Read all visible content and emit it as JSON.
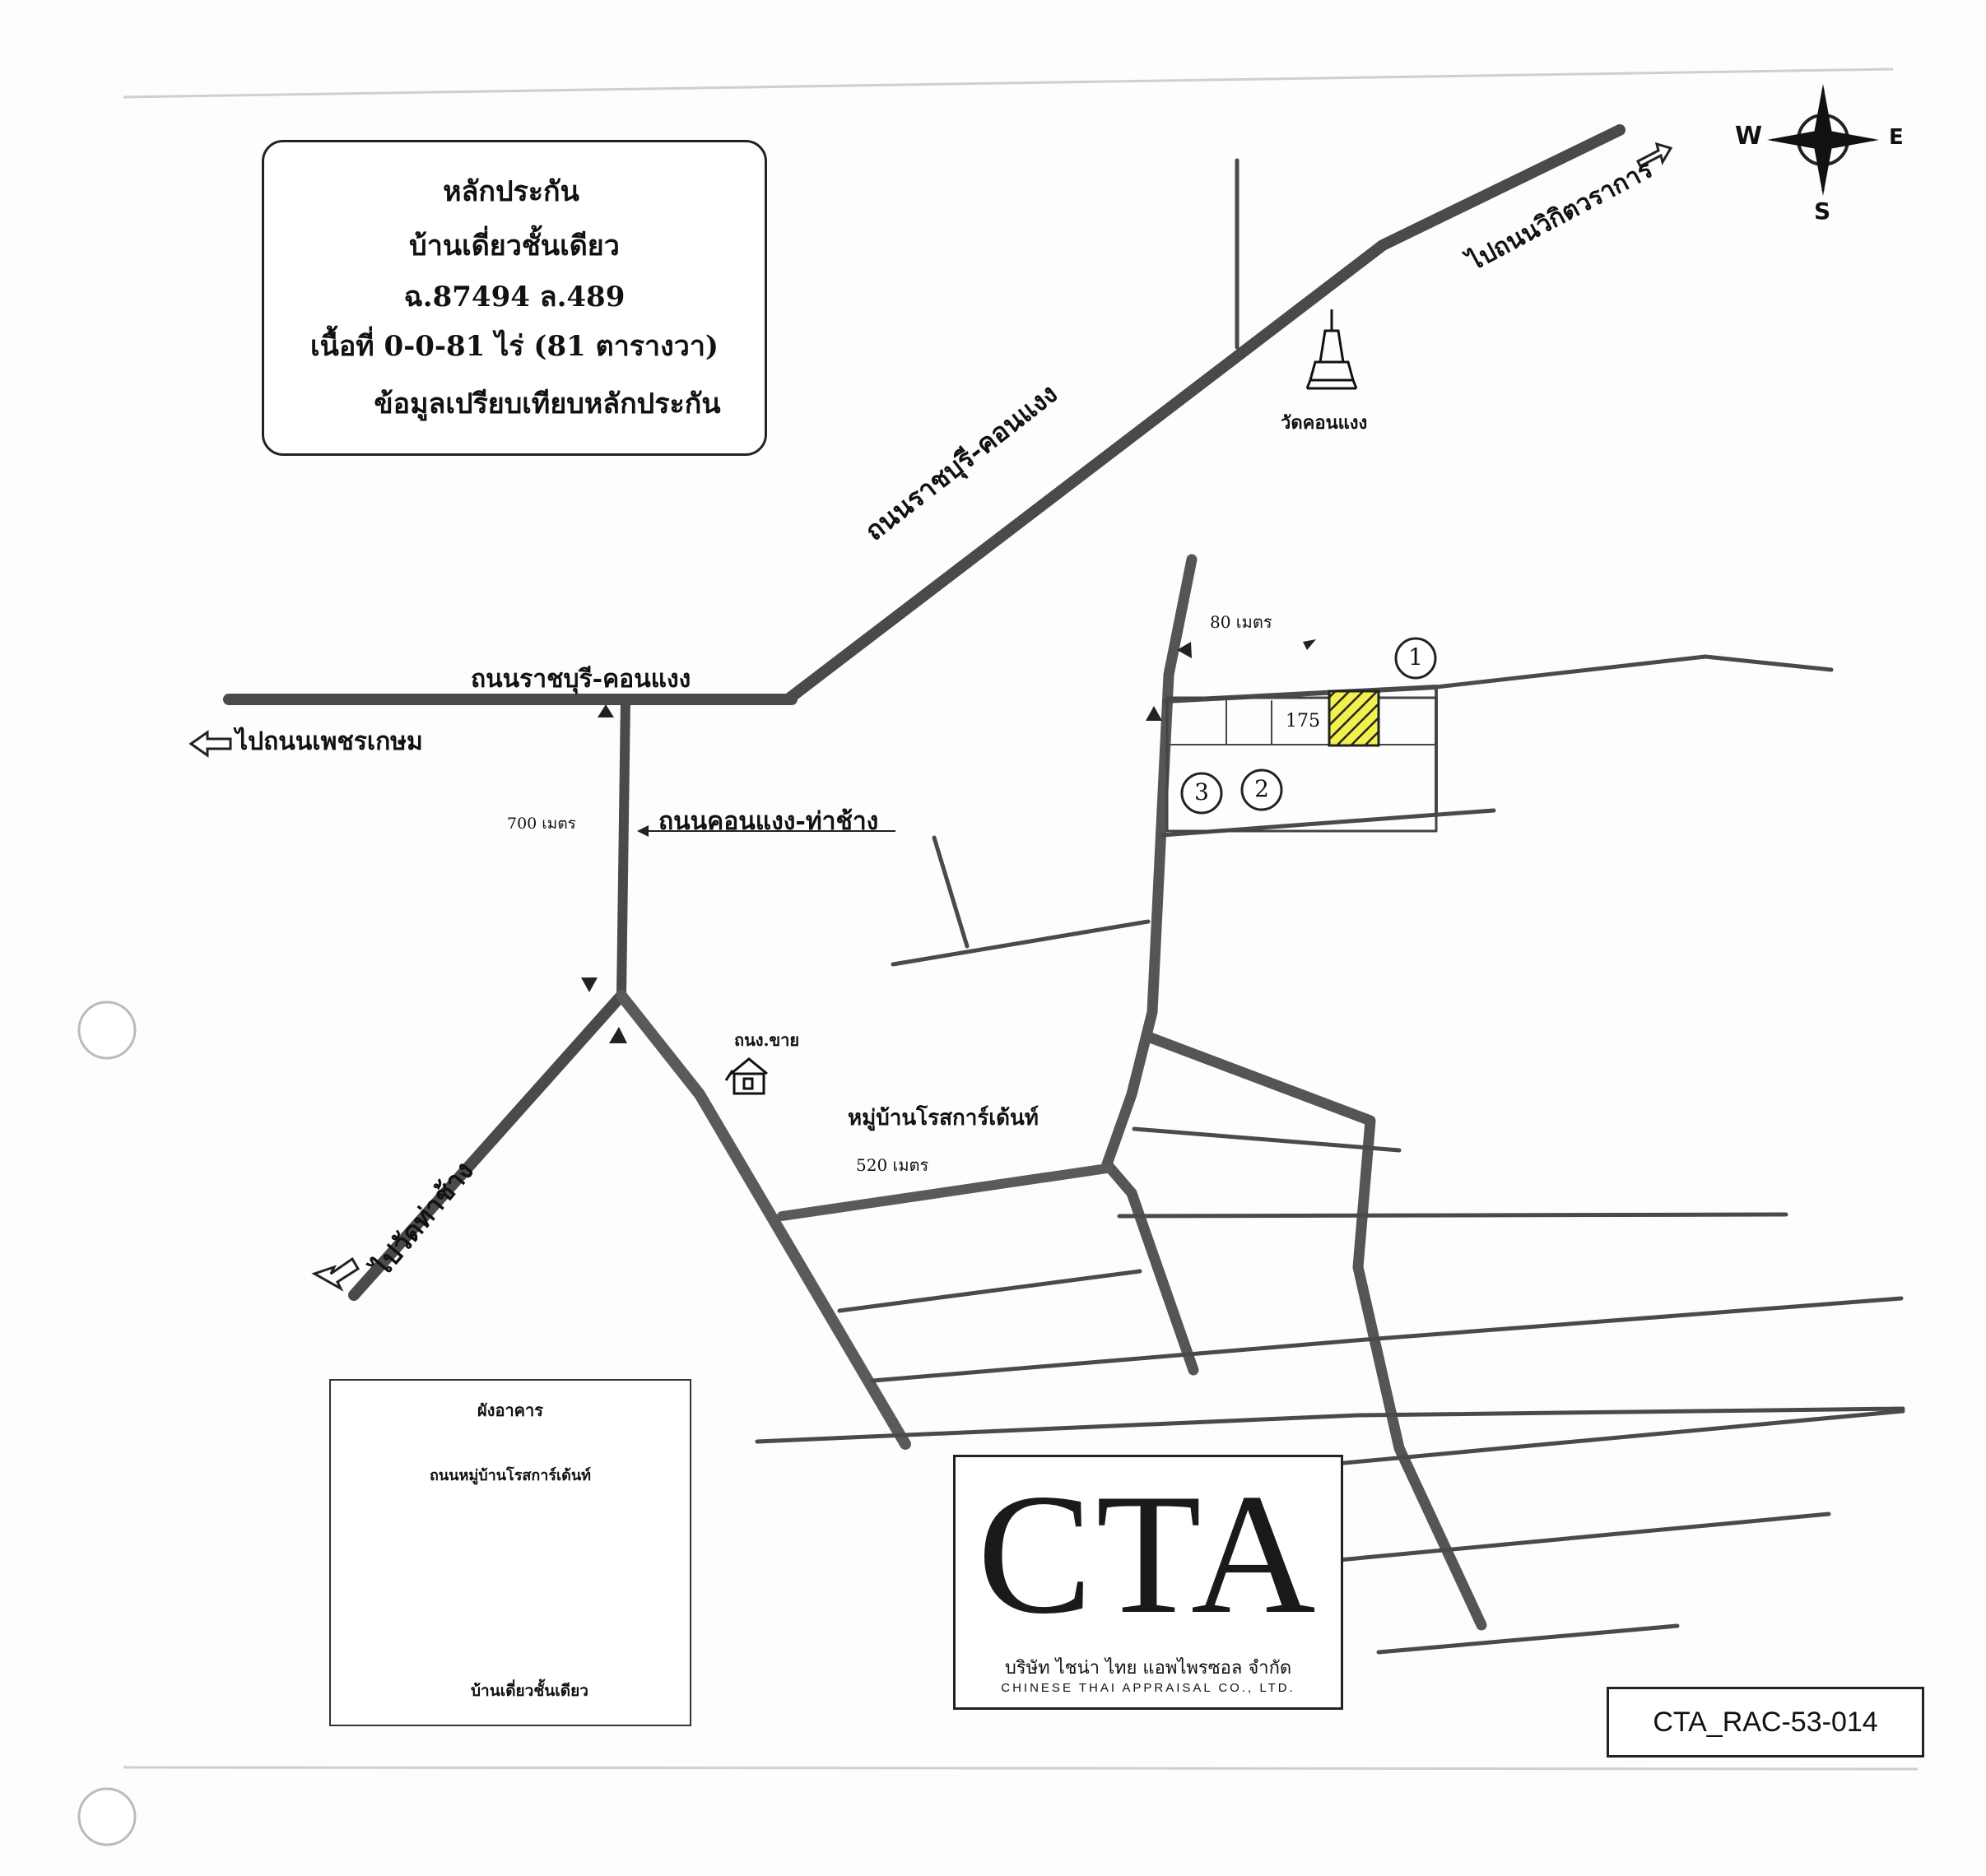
{
  "legend": {
    "collateral_label": "หลักประกัน",
    "property_type": "บ้านเดี่ยวชั้นเดียว",
    "deed": "ฉ.87494 ล.489",
    "area": "เนื้อที่ 0-0-81 ไร่ (81 ตารางวา)",
    "comparison_label": "ข้อมูลเปรียบเทียบหลักประกัน"
  },
  "compass": {
    "west": "W",
    "east": "E",
    "south": "S"
  },
  "roads": {
    "ratchaburi_don_khaeng_diag": "ถนนราชบุรี-คอนแงง",
    "ratchaburi_don_khaeng_horiz": "ถนนราชบุรี-คอนแงง",
    "don_khaeng_tha_chang": "ถนนคอนแงง-ท่าช้าง",
    "to_wikit_sawarakon": "ไปถนนวิกิตวราการ",
    "to_phetkasem": "ไปถนนเพชรเกษม",
    "to_wat_tha_chang": "ไปวัดท่าช้าง"
  },
  "landmarks": {
    "temple": "วัดคอนแงง",
    "shop": "ถนง.ขาย",
    "village": "หมู่บ้านโรสการ์เด้นท์"
  },
  "distances": {
    "d80": "80 เมตร",
    "d700": "700 เมตร",
    "d520": "520 เมตร"
  },
  "plot_number": "175",
  "comparables": [
    "1",
    "2",
    "3"
  ],
  "building_plan": {
    "title": "ผังอาคาร",
    "road": "ถนนหมู่บ้านโรสการ์เด้นท์",
    "house": "บ้านเดี่ยวชั้นเดียว"
  },
  "company": {
    "logo": "CTA",
    "name_th": "บริษัท ไชน่า ไทย แอพไพรซอล จำกัด",
    "name_en": "CHINESE THAI APPRAISAL CO., LTD."
  },
  "ref_code": "CTA_RAC-53-014",
  "colors": {
    "road": "#4a4a4a",
    "highlight": "#f2f04a",
    "ink": "#111111"
  }
}
